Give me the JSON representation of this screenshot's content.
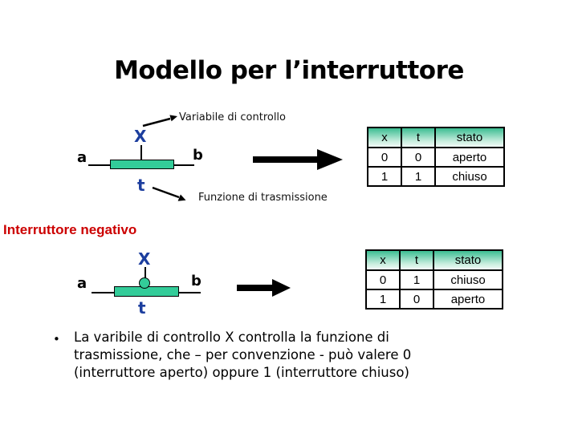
{
  "slide": {
    "title": "Modello per l’interruttore"
  },
  "section_positive": {
    "control_label": "Variabile di controllo",
    "transmission_label": "Funzione di trasmissione",
    "switch": {
      "terminal_a": "a",
      "terminal_b": "b",
      "control_var": "X",
      "transmission_var": "t"
    },
    "table": {
      "headers": [
        "x",
        "t",
        "stato"
      ],
      "rows": [
        [
          "0",
          "0",
          "aperto"
        ],
        [
          "1",
          "1",
          "chiuso"
        ]
      ]
    }
  },
  "section_negative": {
    "heading": "Interruttore negativo",
    "switch": {
      "terminal_a": "a",
      "terminal_b": "b",
      "control_var": "X",
      "transmission_var": "t"
    },
    "table": {
      "headers": [
        "x",
        "t",
        "stato"
      ],
      "rows": [
        [
          "0",
          "1",
          "chiuso"
        ],
        [
          "1",
          "0",
          "aperto"
        ]
      ]
    }
  },
  "bullet": {
    "marker": "•",
    "lines": [
      "La varibile di controllo X controlla la funzione di",
      "trasmissione, che – per convenzione - può valere 0",
      "(interruttore aperto) oppure 1 (interruttore chiuso)"
    ]
  },
  "colors": {
    "switch_green": "#33CC99",
    "variable_blue": "#1C3E9E",
    "heading_red": "#CC0000",
    "table_header_green": "#3CBE92"
  }
}
